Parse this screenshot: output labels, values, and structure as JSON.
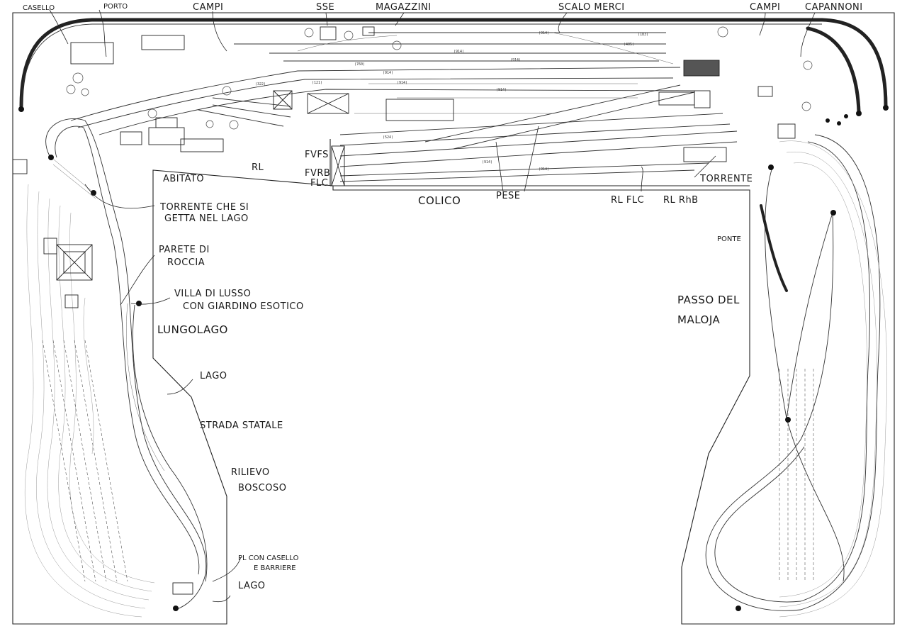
{
  "diagram": {
    "labels": {
      "casello": "CASELLO",
      "porto": "PORTO",
      "campi_left": "CAMPI",
      "sse": "SSE",
      "magazzini": "MAGAZZINI",
      "scalo_merci": "SCALO MERCI",
      "campi_right": "CAMPI",
      "capannoni": "CAPANNONI",
      "abitato": "ABITATO",
      "rl_left": "RL",
      "fvfs": "FVFS",
      "fvrb": "FVRB",
      "flc": "FLC",
      "colico": "COLICO",
      "pese": "PESE",
      "rl_flc": "RL FLC",
      "rl_rhb": "RL RhB",
      "torrente": "TORRENTE",
      "torrente_lago_1": "TORRENTE CHE SI",
      "torrente_lago_2": "GETTA NEL LAGO",
      "parete_1": "PARETE DI",
      "parete_2": "ROCCIA",
      "villa_1": "VILLA DI LUSSO",
      "villa_2": "CON GIARDINO ESOTICO",
      "lungolago": "LUNGOLAGO",
      "lago_mid": "LAGO",
      "strada": "STRADA STATALE",
      "rilievo_1": "RILIEVO",
      "rilievo_2": "BOSCOSO",
      "pl_1": "PL CON CASELLO",
      "pl_2": "E BARRIERE",
      "lago_bottom": "LAGO",
      "ponte": "PONTE",
      "passo_1": "PASSO DEL",
      "passo_2": "MALOJA"
    }
  }
}
